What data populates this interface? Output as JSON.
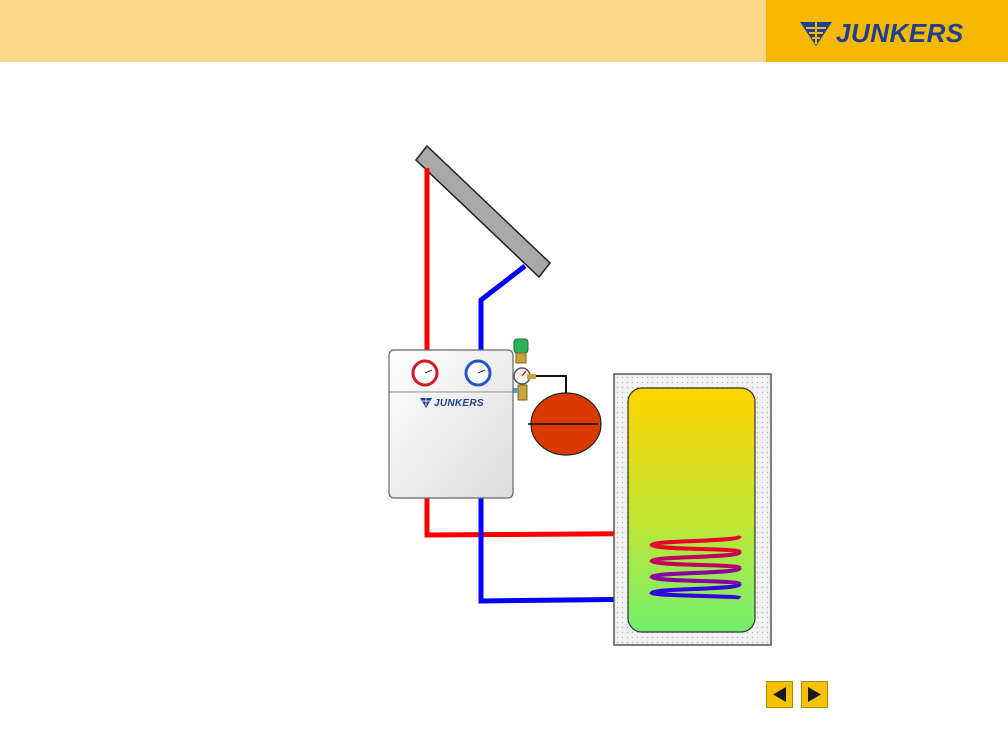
{
  "header": {
    "bar_color": "#fcd98a",
    "brand_color": "#f5b800",
    "brand_text_color": "#1f3f8f",
    "brand_name": "JUNKERS"
  },
  "diagram": {
    "station_brand": "JUNKERS",
    "colors": {
      "hot_pipe": "#ff0000",
      "cold_pipe": "#0000ff",
      "expansion_vessel": "#d93a00",
      "collector": "#a8a8a8",
      "tank_top": "#ffd400",
      "tank_bottom": "#7cf26a"
    }
  },
  "nav": {
    "prev_icon": "triangle-left",
    "next_icon": "triangle-right",
    "button_color": "#f5c200"
  }
}
